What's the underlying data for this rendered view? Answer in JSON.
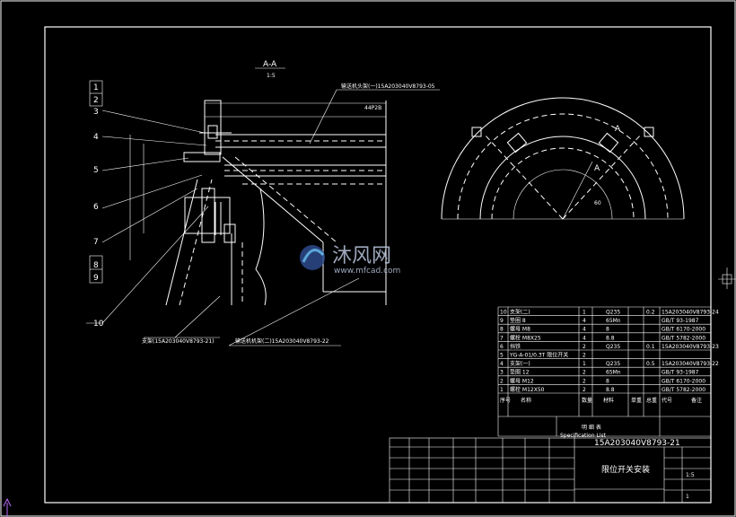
{
  "section_title": "A-A",
  "section_scale": "1:5",
  "callouts": [
    "1",
    "2",
    "3",
    "4",
    "5",
    "6",
    "7",
    "8",
    "9",
    "10"
  ],
  "arc_label_a1": "A",
  "arc_label_a2": "A",
  "arc_angle_label": "60",
  "dim_top": "44P2B",
  "leader_note_top": "输送机头架(一)15A203040V8793-05",
  "leader_note_bottom_left": "支架(15A203040V8793-21)",
  "leader_note_bottom_right": "输送机机架(二)15A203040V8793-22",
  "bom": {
    "rows": [
      {
        "no": "10",
        "name": "支架(二)",
        "qty": "1",
        "material": "Q235",
        "weight": "0.2",
        "code": "15A203040V8793-24"
      },
      {
        "no": "9",
        "name": "垫圈 8",
        "qty": "4",
        "material": "65Mn",
        "weight": "",
        "code": "GB/T 93-1987"
      },
      {
        "no": "8",
        "name": "螺母 M8",
        "qty": "4",
        "material": "8",
        "weight": "",
        "code": "GB/T 6170-2000"
      },
      {
        "no": "7",
        "name": "螺栓 M8X25",
        "qty": "4",
        "material": "8.8",
        "weight": "",
        "code": "GB/T 5782-2000"
      },
      {
        "no": "6",
        "name": "挡铁",
        "qty": "2",
        "material": "Q235",
        "weight": "0.1",
        "code": "15A203040V8793-23"
      },
      {
        "no": "5",
        "name": "YG-A-01/0.3T 限位开关",
        "qty": "2",
        "material": "",
        "weight": "",
        "code": ""
      },
      {
        "no": "4",
        "name": "支架(一)",
        "qty": "1",
        "material": "Q235",
        "weight": "0.5",
        "code": "15A203040V8793-22"
      },
      {
        "no": "3",
        "name": "垫圈 12",
        "qty": "2",
        "material": "65Mn",
        "weight": "",
        "code": "GB/T 93-1987"
      },
      {
        "no": "2",
        "name": "螺母 M12",
        "qty": "2",
        "material": "8",
        "weight": "",
        "code": "GB/T 6170-2000"
      },
      {
        "no": "1",
        "name": "螺栓 M12X50",
        "qty": "2",
        "material": "8.8",
        "weight": "",
        "code": "GB/T 5782-2000"
      }
    ],
    "header": [
      "序号",
      "名称",
      "数量",
      "材料",
      "单重",
      "总重",
      "代号",
      "备注"
    ],
    "title": "明 细 表",
    "title_en": "Specification List"
  },
  "title_block": {
    "drawing_no": "15A203040V8793-21",
    "drawing_name": "限位开关安装",
    "scale": "1:5",
    "sheet": "1"
  },
  "watermark": {
    "brand": "沐风网",
    "url": "www.mfcad.com"
  }
}
